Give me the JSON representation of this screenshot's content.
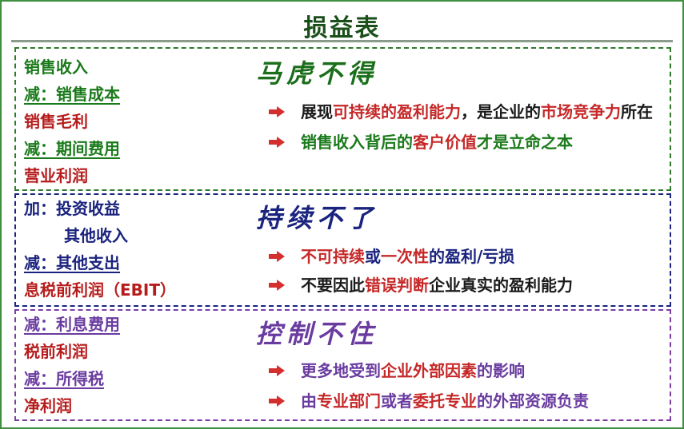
{
  "title": "损益表",
  "sections": [
    {
      "heading": "马虎不得",
      "rows": [
        "销售收入",
        "减：销售成本",
        "销售毛利",
        "减：期间费用",
        "营业利润"
      ],
      "bullets": [
        {
          "parts": [
            "展现",
            "可持续的盈利能力",
            "，是企业的",
            "市场竞争力",
            "所在"
          ]
        },
        {
          "parts": [
            "销售收入背后的",
            "客户价值",
            "才是立命之本"
          ]
        }
      ]
    },
    {
      "heading": "持续不了",
      "rows": [
        "加：投资收益",
        "其他收入",
        "减：其他支出",
        "息税前利润（EBIT）"
      ],
      "bullets": [
        {
          "parts": [
            "不可持续",
            "或",
            "一次性",
            "的盈利/亏损"
          ]
        },
        {
          "parts": [
            "不要因此",
            "错误判断",
            "企业真实的盈利能力"
          ]
        }
      ]
    },
    {
      "heading": "控制不住",
      "rows": [
        "减：利息费用",
        "税前利润",
        "减：所得税",
        "净利润"
      ],
      "bullets": [
        {
          "parts": [
            "更多地受到",
            "企业外部因素",
            "的影响"
          ]
        },
        {
          "parts": [
            "由",
            "专业部门",
            "或者",
            "委托专业",
            "的外部资源负责"
          ]
        }
      ]
    }
  ]
}
